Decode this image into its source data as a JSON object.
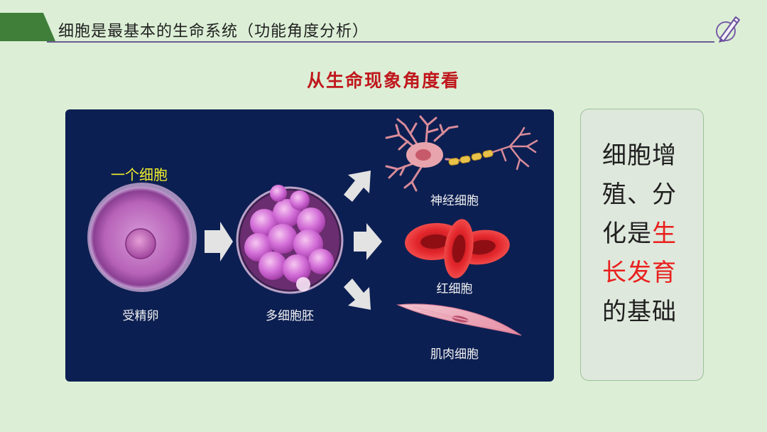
{
  "header": {
    "title": "细胞是最基本的生命系统（功能角度分析）"
  },
  "subtitle": "从生命现象角度看",
  "diagram": {
    "label_one_cell": "一个细胞",
    "label_fertilized_egg": "受精卵",
    "label_embryo": "多细胞胚",
    "label_nerve": "神经细胞",
    "label_rbc": "红细胞",
    "label_muscle": "肌肉细胞"
  },
  "side_card": {
    "text_before": "细胞增殖、分化是",
    "text_highlight": "生长发育",
    "text_after": "的基础"
  },
  "colors": {
    "background": "#dcefd6",
    "tab": "#3f7f3a",
    "rule": "#6b5b95",
    "subtitle": "#c0171d",
    "diagram_bg": "#0c1f52",
    "label_highlight": "#f2ee2b",
    "side_highlight": "#e8201e"
  },
  "icons": {
    "header_icon": "pen-icon"
  }
}
